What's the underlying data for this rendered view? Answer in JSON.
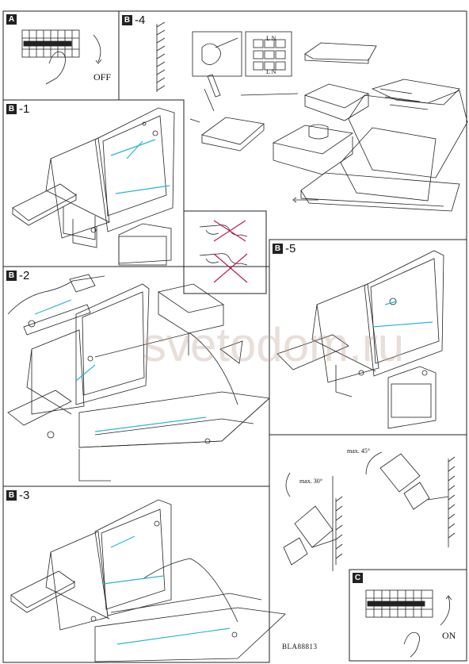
{
  "panels": {
    "a": {
      "letter": "A"
    },
    "b4": {
      "letter": "B",
      "suffix": "-4"
    },
    "b1": {
      "letter": "B",
      "suffix": "-1"
    },
    "b2": {
      "letter": "B",
      "suffix": "-2"
    },
    "b5": {
      "letter": "B",
      "suffix": "-5"
    },
    "b3": {
      "letter": "B",
      "suffix": "-3"
    },
    "c": {
      "letter": "C"
    }
  },
  "captions": {
    "off": "OFF",
    "on": "ON",
    "max30": "max. 30°",
    "max45": "max. 45°",
    "terminal_top": "L N",
    "terminal_bottom": "L N"
  },
  "reference": "BLA88813",
  "watermark": "svetodom.ru",
  "colors": {
    "line": "#222222",
    "accent": "#29b6d6",
    "cross": "#c2185b"
  }
}
